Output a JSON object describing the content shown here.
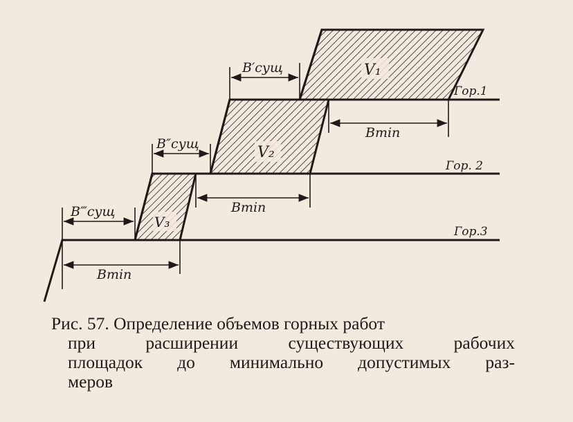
{
  "diagram": {
    "volumes": {
      "v1": "V₁",
      "v2": "V₂",
      "v3": "V₃"
    },
    "horizons": {
      "hor1": "Гор.1",
      "hor2": "Гор. 2",
      "hor3": "Гор.3"
    },
    "widths": {
      "b_exist_1": "B′сущ",
      "b_exist_2": "B″сущ",
      "b_exist_3": "B‴сущ",
      "b_min_1": "Bmin",
      "b_min_2": "Bmin",
      "b_min_3": "Bmin"
    }
  },
  "caption": {
    "line1": "Рис. 57. Определение объемов горных работ",
    "line2": "при расширении существующих рабочих",
    "line3": "площадок до минимально допустимых раз-",
    "line4": "меров"
  }
}
